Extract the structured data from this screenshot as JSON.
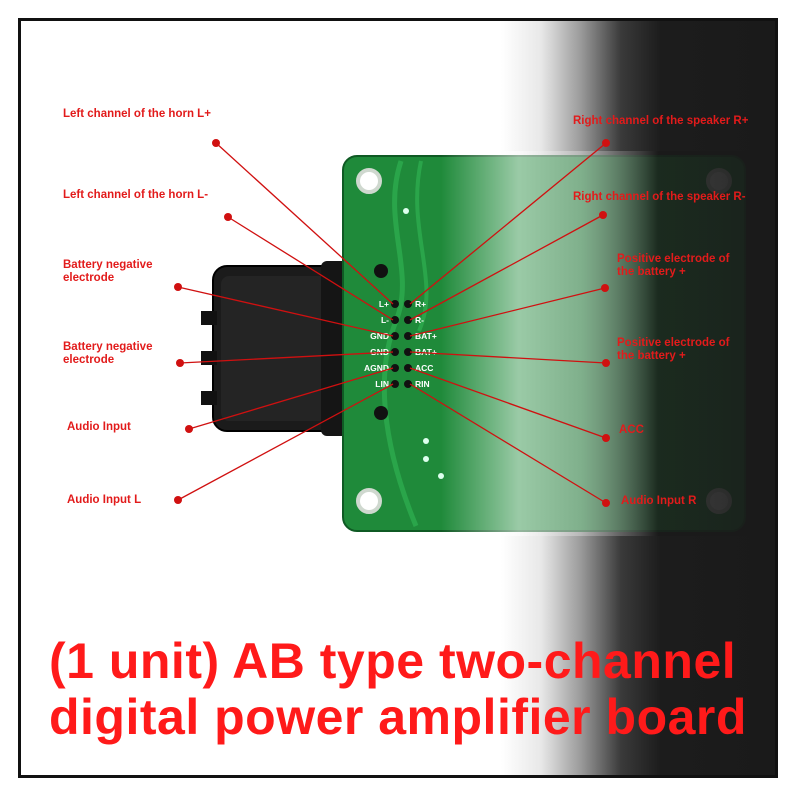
{
  "labels": {
    "left_horn_plus": "Left channel of the horn L+",
    "left_horn_minus": "Left channel of the horn L-",
    "battery_neg_1": "Battery negative electrode",
    "battery_neg_2": "Battery negative electrode",
    "audio_input": "Audio Input",
    "audio_input_l": "Audio Input L",
    "right_speaker_plus": "Right channel of the speaker R+",
    "right_speaker_minus": "Right channel of the speaker R-",
    "battery_pos_1": "Positive electrode of the battery +",
    "battery_pos_2": "Positive electrode of the battery +",
    "acc": "ACC",
    "audio_input_r": "Audio Input R"
  },
  "pins_left": [
    "L+",
    "L-",
    "GND",
    "GND",
    "AGND",
    "LIN"
  ],
  "pins_right": [
    "R+",
    "R-",
    "BAT+",
    "BAT+",
    "ACC",
    "RIN"
  ],
  "title": {
    "line1": "(1 unit) AB type two-channel",
    "line2": "digital power amplifier board"
  },
  "colors": {
    "label_red": "#e21b1b",
    "title_red": "#ff1a1a",
    "pcb_green": "#1f8a3a"
  }
}
